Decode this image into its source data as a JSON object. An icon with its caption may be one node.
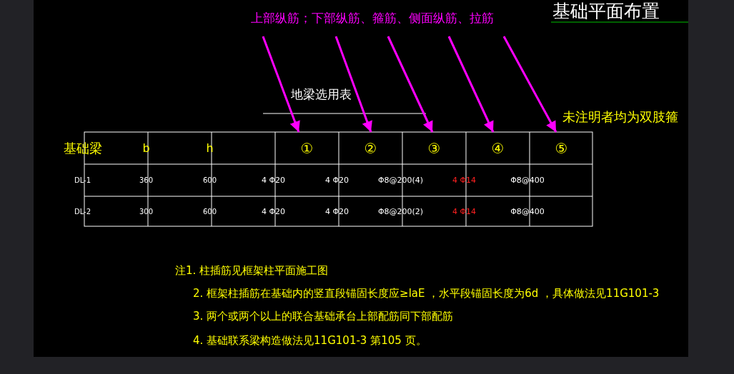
{
  "diagram": {
    "title": "地梁选用表",
    "nodes": [
      {
        "text": [
          "上部纵筋；下部纵筋、箍筋、侧面纵筋、拉筋"
        ]
      },
      {
        "text": [
          "①"
        ]
      },
      {
        "text": [
          "②"
        ]
      },
      {
        "text": [
          "③"
        ]
      },
      {
        "text": [
          "④"
        ]
      },
      {
        "text": [
          "⑤"
        ]
      }
    ],
    "edges": [
      {
        "from": 0,
        "to": 1,
        "arrow": "to"
      },
      {
        "from": 0,
        "to": 2,
        "arrow": "to"
      },
      {
        "from": 0,
        "to": 3,
        "arrow": "to"
      },
      {
        "from": 0,
        "to": 4,
        "arrow": "to"
      },
      {
        "from": 0,
        "to": 5,
        "arrow": "to"
      }
    ],
    "labels": [
      "基础平面布置",
      "未注明者均为双肢箍",
      "基础梁",
      "b",
      "h",
      "DL-1",
      "360",
      "600",
      "4 Φ20",
      "4 Φ20",
      "Φ8@200(4)",
      "4 Φ14",
      "Φ8@400",
      "DL-2",
      "300",
      "600",
      "4 Φ20",
      "4 Φ20",
      "Φ8@200(2)",
      "4 Φ14",
      "Φ8@400",
      "注1. 柱插筋见框架柱平面施工图",
      "2. 框架柱插筋在基础内的竖直段锚固长度应≥laE ，水平段锚固长度为6d ，具体做法见11G101-3",
      "3. 两个或两个以上的联合基础承台上部配筋同下部配筋",
      "4. 基础联系梁构造做法见11G101-3 第105 页。"
    ]
  }
}
